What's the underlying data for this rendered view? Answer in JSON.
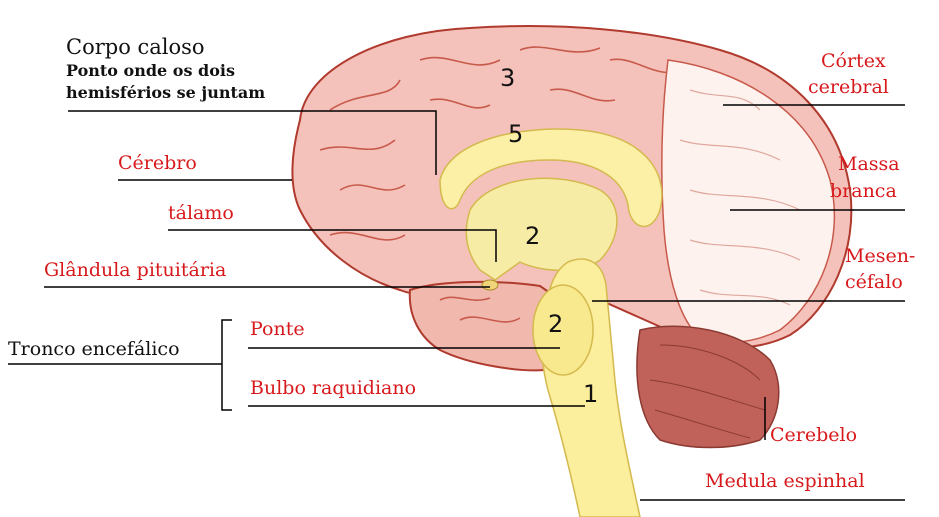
{
  "colors": {
    "label_red": "#d7191c",
    "label_black": "#111111",
    "brain_pink": "#f4c2ba",
    "brain_stroke": "#b03a2e",
    "inner_yellow": "#fbf0a6",
    "cerebellum": "#c1625a",
    "line": "#000000"
  },
  "labels": {
    "corpo_caloso": "Corpo caloso",
    "corpo_caloso_desc_1": "Ponto onde os dois",
    "corpo_caloso_desc_2": "hemisférios se juntam",
    "cerebro": "Cérebro",
    "talamo": "tálamo",
    "glandula": "Glândula pituitária",
    "tronco": "Tronco encefálico",
    "ponte": "Ponte",
    "bulbo": "Bulbo raquidiano",
    "cortex_1": "Córtex",
    "cortex_2": "cerebral",
    "massa_1": "Massa",
    "massa_2": "branca",
    "mesen_1": "Mesen-",
    "mesen_2": "céfalo",
    "cerebelo": "Cerebelo",
    "medula": "Medula espinhal"
  },
  "numbers": {
    "n3": "3",
    "n5": "5",
    "n2a": "2",
    "n2b": "2",
    "n1": "1"
  }
}
